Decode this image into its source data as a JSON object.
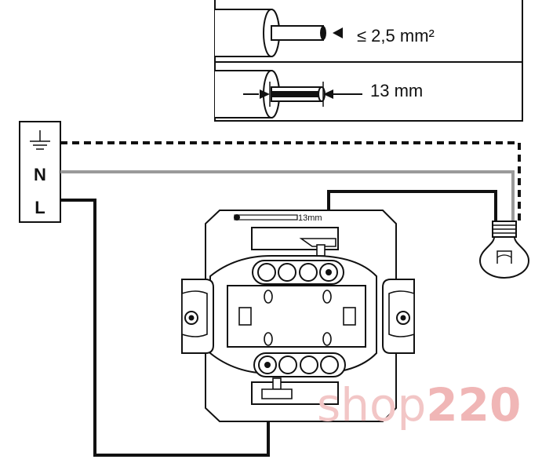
{
  "spec_box": {
    "wire_size_label": "≤ 2,5 mm²",
    "strip_length_label": "13 mm"
  },
  "terminal_block": {
    "neutral_label": "N",
    "line_label": "L"
  },
  "switch": {
    "strip_gauge_label": "13mm"
  },
  "watermark": {
    "text_light": "shop",
    "text_bold": "220"
  }
}
